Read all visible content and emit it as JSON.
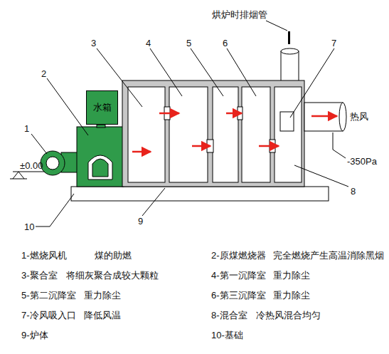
{
  "diagram": {
    "nodes": [
      {
        "text": [
          "水箱"
        ]
      }
    ],
    "labels": [
      "烘炉时排烟管",
      "1",
      "2",
      "3",
      "4",
      "5",
      "6",
      "7",
      "热风",
      "-350Pa",
      "8",
      "±0.00",
      "10",
      "9",
      "1-燃烧风机",
      "煤的助燃",
      "2-原煤燃烧器",
      "完全燃烧产生高温消除黑烟",
      "3-聚合室",
      "将细灰聚合成较大颗粒",
      "4-第一沉降室",
      "重力除尘",
      "5-第二沉降室",
      "重力除尘",
      "6-第三沉降室",
      "重力除尘",
      "7-冷风吸入口",
      "降低风温",
      "8-混合室",
      "冷热风混合均匀",
      "9-炉体",
      "10-基础"
    ]
  }
}
